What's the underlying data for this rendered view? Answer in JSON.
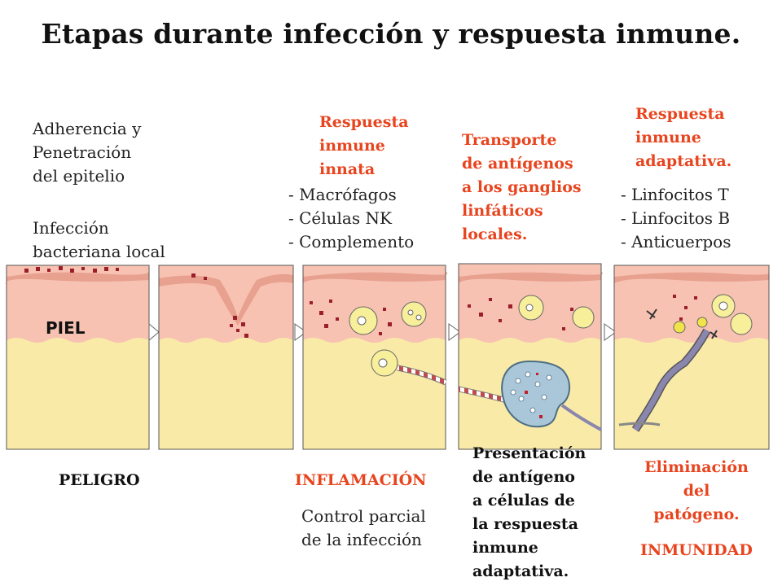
{
  "title": "Etapas durante infección y respuesta inmune.",
  "skin_label": "PIEL",
  "stage1": {
    "note_adherence": [
      "Adherencia y",
      "Penetración",
      "del epitelio"
    ],
    "note_infection": [
      "Infección",
      "bacteriana local"
    ],
    "bottom": "PELIGRO"
  },
  "stage2": {
    "heading": [
      "Respuesta",
      "inmune",
      "innata"
    ],
    "items": [
      "- Macrófagos",
      "- Células NK",
      "- Complemento"
    ],
    "bottom": "INFLAMACIÓN",
    "bottom_note": [
      "Control parcial",
      "de la infección"
    ]
  },
  "stage3": {
    "heading": [
      "Transporte",
      "de antígenos",
      "a los ganglios",
      "linfáticos",
      "locales."
    ],
    "bottom": [
      "Presentación",
      "de antígeno",
      "a células de",
      "la respuesta",
      "inmune",
      "adaptativa."
    ]
  },
  "stage4": {
    "heading": [
      "Respuesta",
      "inmune",
      "adaptativa."
    ],
    "items": [
      "- Linfocitos T",
      "- Linfocitos B",
      "- Anticuerpos"
    ],
    "bottom": [
      "Eliminación",
      "del",
      "patógeno."
    ],
    "result": "INMUNIDAD"
  },
  "colors": {
    "skin_top": "#e8a08f",
    "skin": "#f7c2b2",
    "tissue": "#f9eaa8",
    "bacteria": "#9b1f2a",
    "accent_red": "#e8441e",
    "lymph_node": "#a9c7d8",
    "vessel": "#8a86ad"
  }
}
